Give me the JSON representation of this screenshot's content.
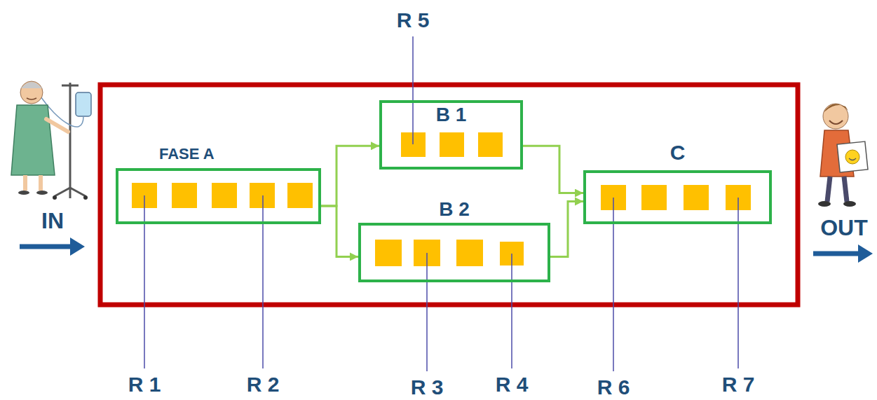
{
  "diagram": {
    "nodes": [
      {
        "text": [
          "FASE A"
        ]
      },
      {
        "text": [
          "B 1"
        ]
      },
      {
        "text": [
          "B 2"
        ]
      },
      {
        "text": [
          "C"
        ]
      }
    ],
    "edges": [
      {
        "from": 0,
        "to": 1,
        "arrow": "to"
      },
      {
        "from": 0,
        "to": 2,
        "arrow": "to"
      },
      {
        "from": 1,
        "to": 3,
        "arrow": "to"
      },
      {
        "from": 2,
        "to": 3,
        "arrow": "to"
      }
    ],
    "labels": [
      "R 5",
      "IN",
      "OUT",
      "R 1",
      "R 2",
      "R 3",
      "R 4",
      "R 6",
      "R 7"
    ]
  }
}
